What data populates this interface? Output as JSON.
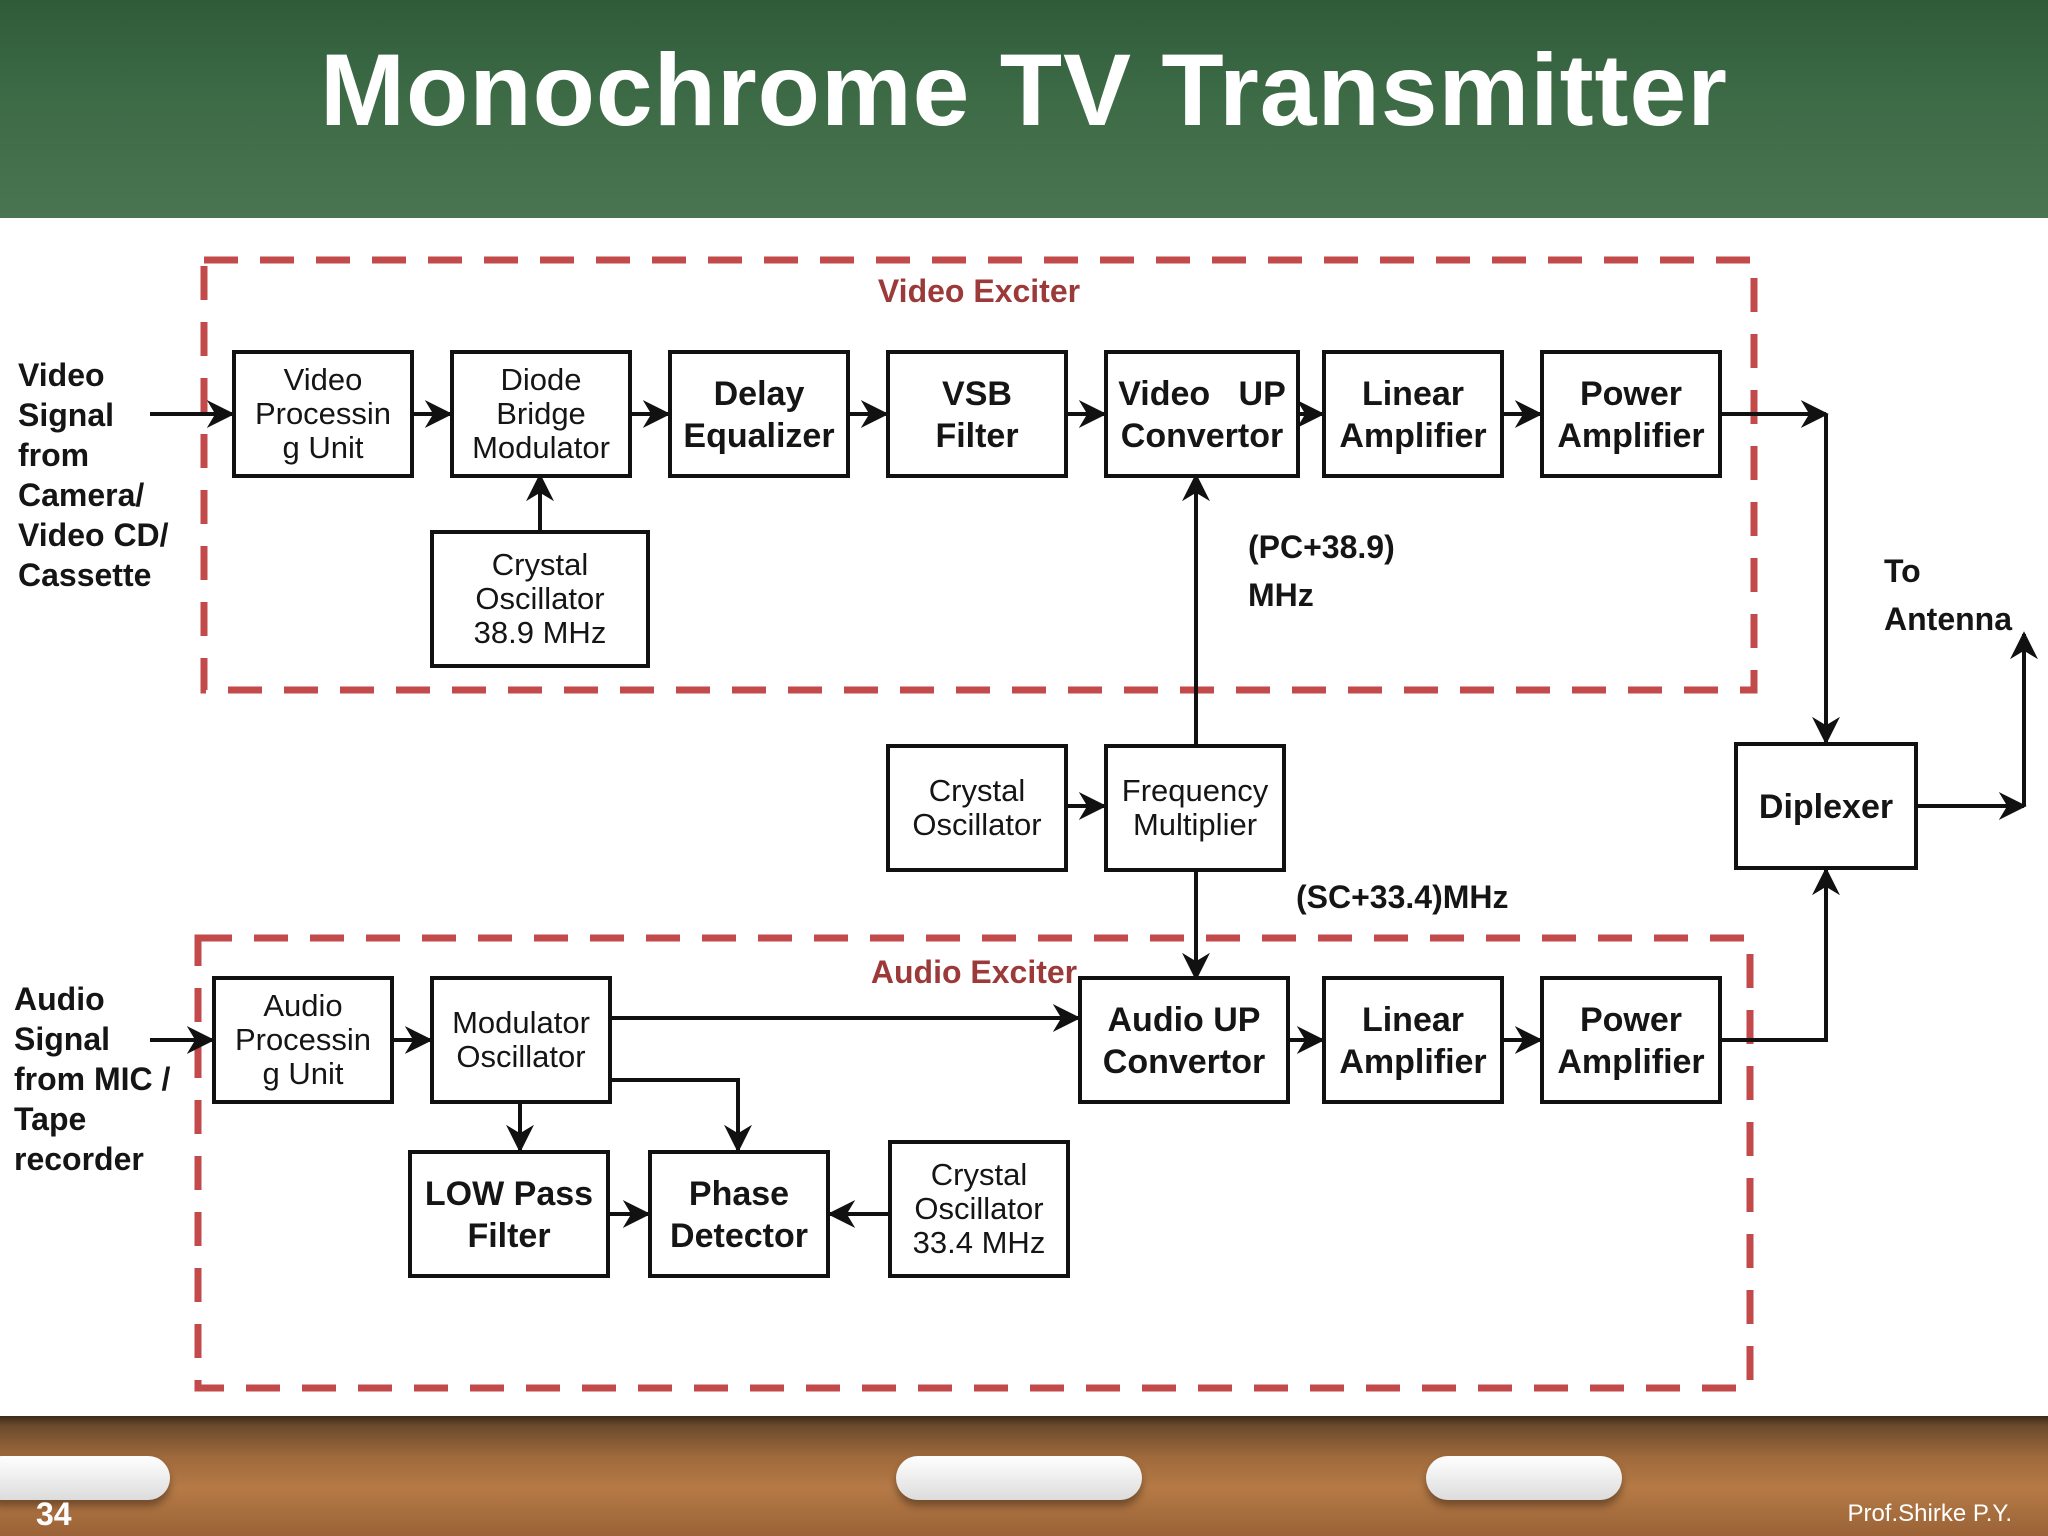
{
  "slide": {
    "title": "Monochrome TV Transmitter",
    "number": "34",
    "author": "Prof.Shirke P.Y."
  },
  "diagram": {
    "video_exciter_label": "Video Exciter",
    "audio_exciter_label": "Audio Exciter",
    "inputs": {
      "video": [
        "Video",
        "Signal",
        "from",
        "Camera/",
        "Video CD/",
        "Cassette"
      ],
      "audio": [
        "Audio",
        "Signal",
        "from MIC /",
        "Tape",
        "recorder"
      ]
    },
    "annotations": {
      "pc_freq": [
        "(PC+38.9)",
        "MHz"
      ],
      "sc_freq": "(SC+33.4)MHz",
      "antenna": [
        "To",
        "Antenna"
      ]
    },
    "blocks": {
      "video_processing": [
        "Video",
        "Processin",
        "g Unit"
      ],
      "diode_bridge": [
        "Diode",
        "Bridge",
        "Modulator"
      ],
      "crystal_video": [
        "Crystal",
        "Oscillator",
        "38.9 MHz"
      ],
      "delay_equalizer": [
        "Delay",
        "Equalizer"
      ],
      "vsb_filter": [
        "VSB",
        "Filter"
      ],
      "video_up": [
        "Video   UP",
        "Convertor"
      ],
      "video_linear": [
        "Linear",
        "Amplifier"
      ],
      "video_power": [
        "Power",
        "Amplifier"
      ],
      "crystal_mid": [
        "Crystal",
        "Oscillator"
      ],
      "freq_mult": [
        "Frequency",
        "Multiplier"
      ],
      "diplexer": [
        "Diplexer"
      ],
      "audio_processing": [
        "Audio",
        "Processin",
        "g Unit"
      ],
      "modulator_osc": [
        "Modulator",
        "Oscillator"
      ],
      "low_pass": [
        "LOW Pass",
        "Filter"
      ],
      "phase_detector": [
        "Phase",
        "Detector"
      ],
      "crystal_audio": [
        "Crystal",
        "Oscillator",
        "33.4 MHz"
      ],
      "audio_up": [
        "Audio UP",
        "Convertor"
      ],
      "audio_linear": [
        "Linear",
        "Amplifier"
      ],
      "audio_power": [
        "Power",
        "Amplifier"
      ]
    }
  }
}
